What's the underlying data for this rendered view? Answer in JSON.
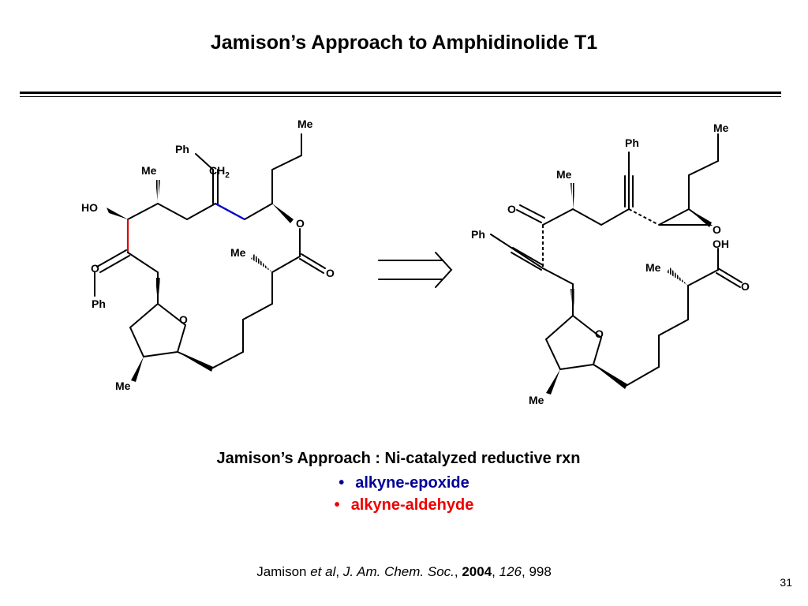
{
  "title": "Jamison’s Approach to Amphidinolide T1",
  "left_structure": {
    "labels": {
      "me_top": "Me",
      "ph": "Ph",
      "me_center": "Me",
      "ch2_main": "CH",
      "ch2_sub": "2",
      "ho": "HO",
      "o_ring": "O",
      "o_ester": "O",
      "me_ester": "Me",
      "o_carbonyl": "O",
      "o_ketone": "O",
      "ph_bottom": "Ph",
      "me_bottom": "Me"
    }
  },
  "right_structure": {
    "labels": {
      "me_top": "Me",
      "ph": "Ph",
      "me_center": "Me",
      "o_ketone": "O",
      "o_epoxide": "O",
      "ph_left": "Ph",
      "oh": "OH",
      "me_acid": "Me",
      "o_acid": "O",
      "o_ring": "O",
      "me_bottom": "Me"
    }
  },
  "colors": {
    "blue_bond": "#0000cc",
    "red_bond": "#dd0000"
  },
  "caption": "Jamison’s Approach : Ni-catalyzed reductive rxn",
  "bullets": {
    "bullet_symbol": "•",
    "item1": "alkyne-epoxide",
    "item2": "alkyne-aldehyde"
  },
  "reference": {
    "author": "Jamison ",
    "etal": "et al",
    "sep1": ", ",
    "journal": "J. Am. Chem. Soc.",
    "sep2": ", ",
    "year": "2004",
    "sep3": ", ",
    "volume": "126",
    "pages": ", 998"
  },
  "page_number": "31"
}
